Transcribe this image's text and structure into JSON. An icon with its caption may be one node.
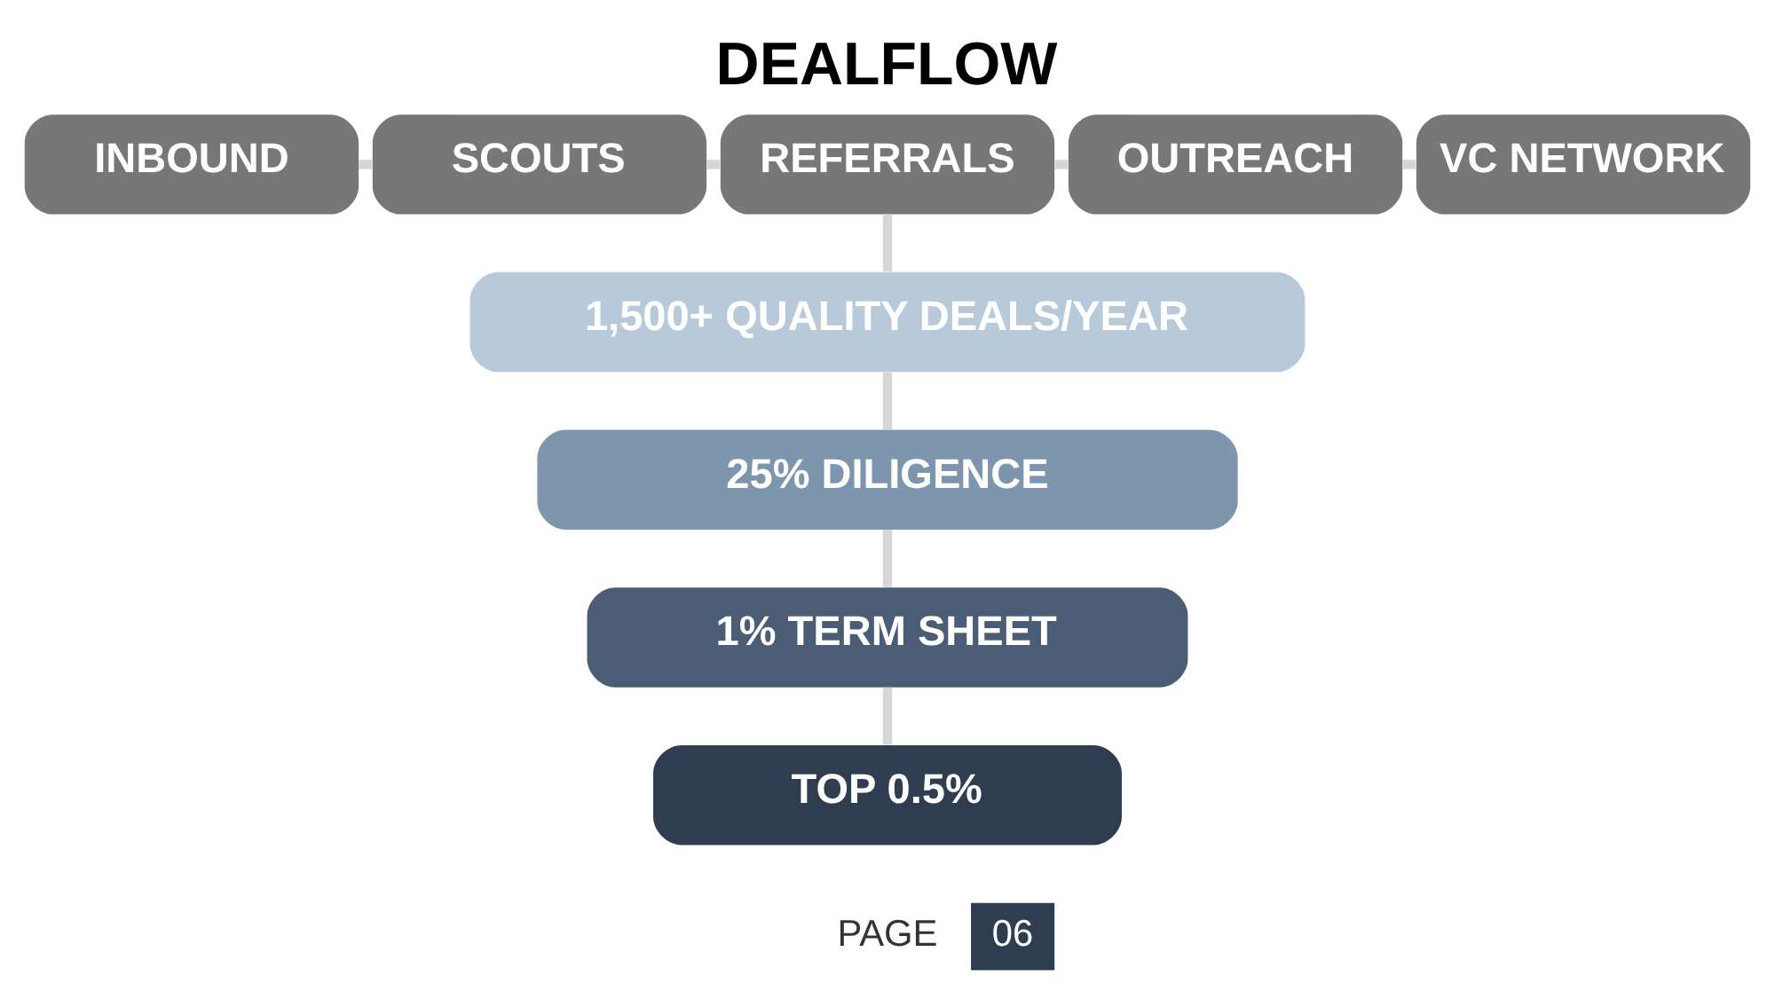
{
  "diagram": {
    "title": "DEALFLOW",
    "nodes": [
      {
        "text": [
          "INBOUND"
        ]
      },
      {
        "text": [
          "SCOUTS"
        ]
      },
      {
        "text": [
          "REFERRALS"
        ]
      },
      {
        "text": [
          "OUTREACH"
        ]
      },
      {
        "text": [
          "VC NETWORK"
        ]
      },
      {
        "text": [
          "1,500+ QUALITY DEALS/YEAR"
        ]
      },
      {
        "text": [
          "25% DILIGENCE"
        ]
      },
      {
        "text": [
          "1% TERM SHEET"
        ]
      },
      {
        "text": [
          "TOP 0.5%"
        ]
      }
    ],
    "edges": [
      {
        "from": 0,
        "to": 1,
        "arrow": "none"
      },
      {
        "from": 1,
        "to": 2,
        "arrow": "none"
      },
      {
        "from": 2,
        "to": 3,
        "arrow": "none"
      },
      {
        "from": 3,
        "to": 4,
        "arrow": "none"
      },
      {
        "from": 2,
        "to": 5,
        "arrow": "none"
      },
      {
        "from": 5,
        "to": 6,
        "arrow": "none"
      },
      {
        "from": 6,
        "to": 7,
        "arrow": "none"
      },
      {
        "from": 7,
        "to": 8,
        "arrow": "none"
      }
    ],
    "labels": [
      "PAGE",
      "06"
    ]
  }
}
